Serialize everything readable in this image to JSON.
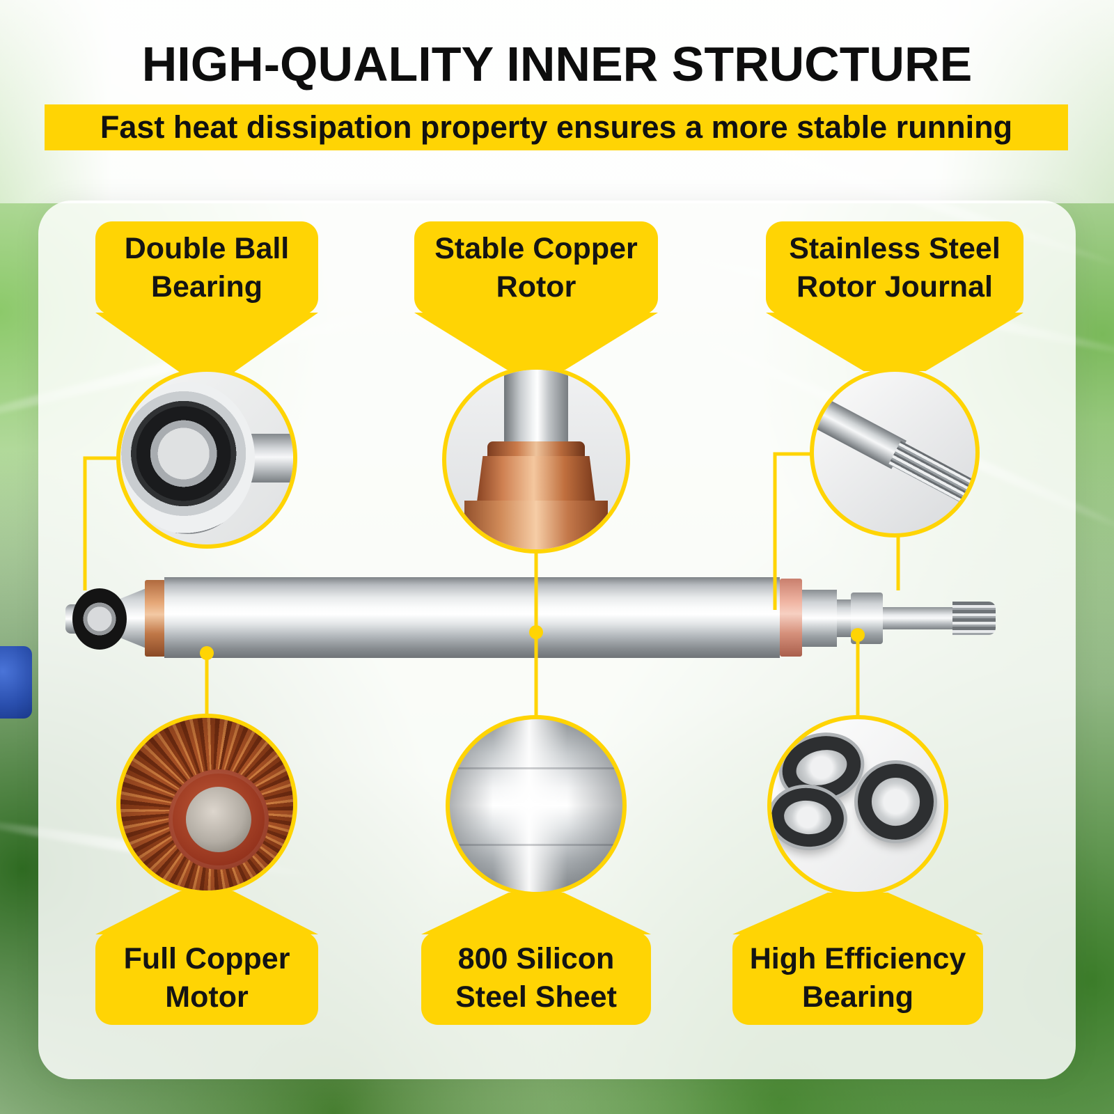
{
  "title": "HIGH-QUALITY INNER STRUCTURE",
  "banner": "Fast heat dissipation property ensures a more stable running",
  "callouts": {
    "top": [
      {
        "label": "Double Ball\nBearing",
        "image": "ball-bearing-closeup"
      },
      {
        "label": "Stable Copper\nRotor",
        "image": "copper-rotor-closeup"
      },
      {
        "label": "Stainless Steel\nRotor Journal",
        "image": "splined-rotor-journal-closeup"
      }
    ],
    "bottom": [
      {
        "label": "Full Copper\nMotor",
        "image": "copper-motor-stator-closeup"
      },
      {
        "label": "800 Silicon\nSteel Sheet",
        "image": "silicon-steel-sheet-closeup"
      },
      {
        "label": "High Efficiency\nBearing",
        "image": "bearing-set-closeup"
      }
    ]
  },
  "colors": {
    "accent_yellow": "#FFD404",
    "text_black": "#111111",
    "copper": "#C0703F",
    "steel_light": "#F2F4F5",
    "steel_dark": "#6A6F74",
    "background_green": "#5A9440"
  }
}
